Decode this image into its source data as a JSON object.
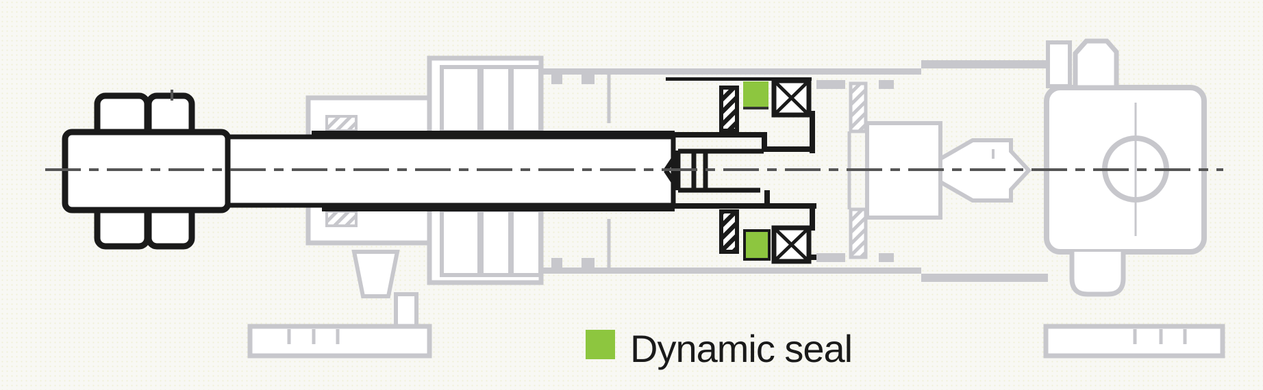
{
  "legend": {
    "label": "Dynamic seal",
    "swatch_color": "#8dc63f"
  },
  "seal_markers": {
    "count": 2,
    "positions": [
      "piston-top",
      "piston-bottom"
    ]
  },
  "colors": {
    "background": "#f8f8f4",
    "accent_green": "#8dc63f",
    "faded_gray": "#c7c7cc",
    "line_black": "#1a1a1a",
    "centerline_gray": "#555555"
  }
}
